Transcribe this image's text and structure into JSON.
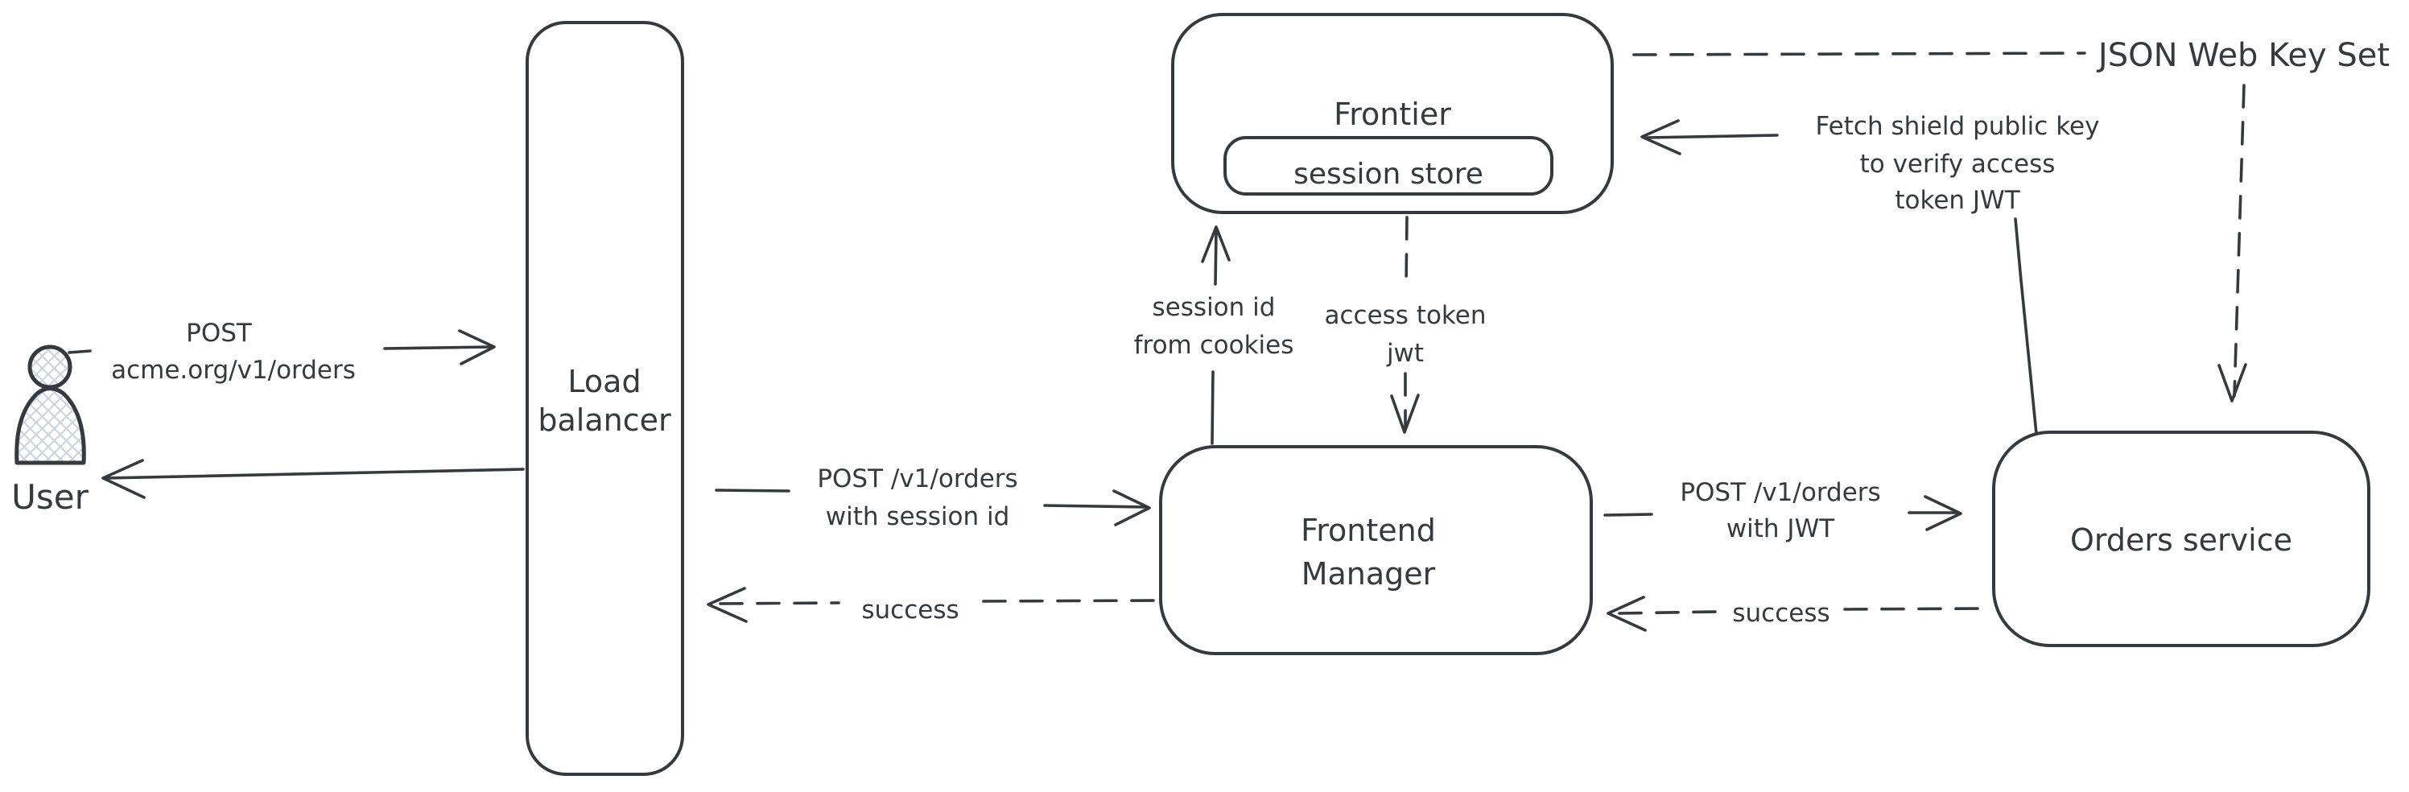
{
  "diagram": {
    "background": "#ffffff",
    "stroke_color": "#343a40",
    "hatch_color": "#ccd6e0",
    "nodes": {
      "user": {
        "label": "User"
      },
      "load_balancer": {
        "line1": "Load",
        "line2": "balancer"
      },
      "frontier": {
        "label": "Frontier",
        "session_store": {
          "label": "session store"
        }
      },
      "frontend_manager": {
        "line1": "Frontend",
        "line2": "Manager"
      },
      "orders_service": {
        "label": "Orders service"
      }
    },
    "edges": {
      "user_to_lb": {
        "line1": "POST",
        "line2": "acme.org/v1/orders",
        "style": "solid"
      },
      "lb_to_user": {
        "style": "solid"
      },
      "lb_to_fm": {
        "line1": "POST /v1/orders",
        "line2": "with session id",
        "style": "solid"
      },
      "fm_to_lb": {
        "label": "success",
        "style": "dashed"
      },
      "fm_to_frontier": {
        "line1": "session id",
        "line2": "from cookies",
        "style": "solid"
      },
      "frontier_to_fm": {
        "line1": "access token",
        "line2": "jwt",
        "style": "dashed"
      },
      "fm_to_orders": {
        "line1": "POST /v1/orders",
        "line2": "with JWT",
        "style": "solid"
      },
      "orders_to_fm": {
        "label": "success",
        "style": "dashed"
      },
      "orders_to_frontier": {
        "line1": "Fetch shield public key",
        "line2": "to verify access",
        "line3": "token JWT",
        "style": "solid"
      },
      "frontier_to_orders": {
        "label": "JSON Web Key Set",
        "style": "dashed"
      }
    }
  }
}
